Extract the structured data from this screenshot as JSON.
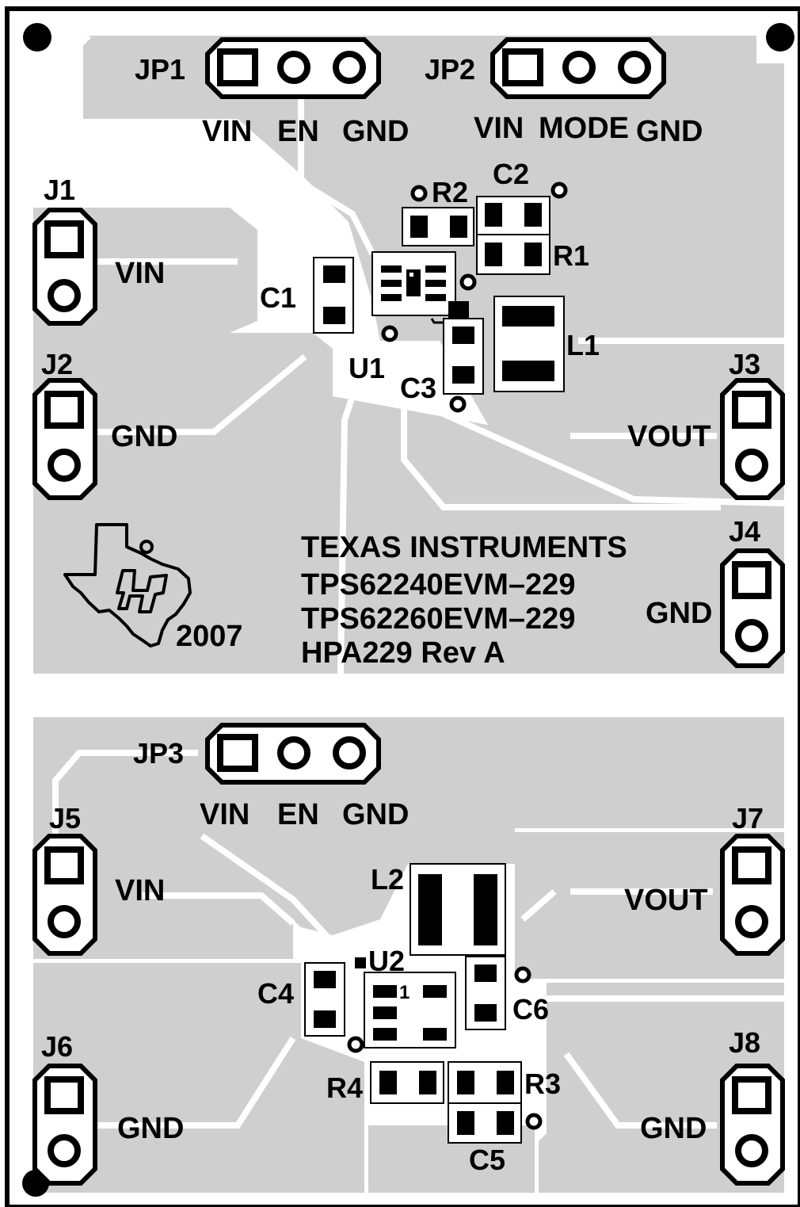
{
  "board": {
    "colors": {
      "copper": "#cfcfcf",
      "silkscreen": "#000000",
      "background": "#ffffff"
    },
    "headers": {
      "jp1": "JP1",
      "jp2": "JP2",
      "jp3": "JP3"
    },
    "pin_labels": {
      "jp1": [
        "VIN",
        "EN",
        "GND"
      ],
      "jp2": [
        "VIN",
        "MODE",
        "GND"
      ],
      "jp3": [
        "VIN",
        "EN",
        "GND"
      ]
    },
    "connectors": {
      "j1": "J1",
      "j2": "J2",
      "j3": "J3",
      "j4": "J4",
      "j5": "J5",
      "j6": "J6",
      "j7": "J7",
      "j8": "J8"
    },
    "net_labels": {
      "j1": "VIN",
      "j2": "GND",
      "j3": "VOUT",
      "j4": "GND",
      "j5": "VIN",
      "j6": "GND",
      "j7": "VOUT",
      "j8": "GND"
    },
    "components": {
      "r1": "R1",
      "r2": "R2",
      "r3": "R3",
      "r4": "R4",
      "c1": "C1",
      "c2": "C2",
      "c3": "C3",
      "c4": "C4",
      "c5": "C5",
      "c6": "C6",
      "l1": "L1",
      "l2": "L2",
      "u1": "U1",
      "u2": "U2",
      "pin1_marker": "1"
    },
    "title_block": {
      "company": "TEXAS INSTRUMENTS",
      "line1": "TPS62240EVM–229",
      "line2": "TPS62260EVM–229",
      "line3": "HPA229 Rev A",
      "year": "2007"
    },
    "logo": {
      "name": "ti-texas-logo-icon"
    }
  }
}
